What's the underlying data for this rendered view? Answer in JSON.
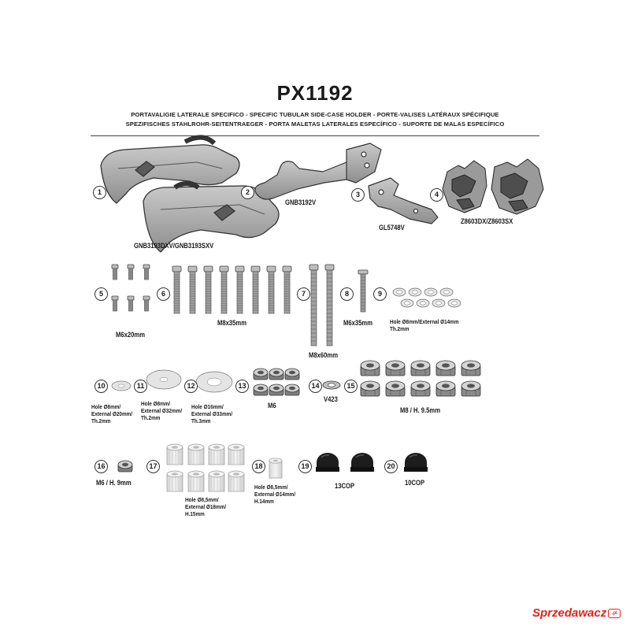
{
  "header": {
    "title": "PX1192",
    "line1": "PORTAVALIGIE LATERALE SPECIFICO  -  SPECIFIC TUBULAR SIDE-CASE HOLDER  - PORTE-VALISES LATÉRAUX SPÉCIFIQUE",
    "line2": "SPEZIFISCHES STAHLROHR-SEITENTRAEGER - PORTA MALETAS LATERALES ESPECÍFICO - SUPORTE DE MALAS ESPECÍFICO"
  },
  "items": [
    {
      "n": "1",
      "label": "GNB3193DXV/GNB3193SXV"
    },
    {
      "n": "2",
      "label": "GNB3192V"
    },
    {
      "n": "3",
      "label": "GL5748V"
    },
    {
      "n": "4",
      "label": "Z8603DX/Z8603SX"
    },
    {
      "n": "5",
      "label": "M6x20mm"
    },
    {
      "n": "6",
      "label": "M8x35mm"
    },
    {
      "n": "7",
      "label": "M8x60mm"
    },
    {
      "n": "8",
      "label": "M6x35mm"
    },
    {
      "n": "9",
      "label": "Hole Ø8mm/External Ø14mm\nTh.2mm"
    },
    {
      "n": "10",
      "label": "Hole Ø8mm/\nExternal Ø20mm/\nTh.2mm"
    },
    {
      "n": "11",
      "label": "Hole Ø8mm/\nExternal Ø32mm/\nTh.2mm"
    },
    {
      "n": "12",
      "label": "Hole Ø16mm/\nExternal Ø33mm/\nTh.3mm"
    },
    {
      "n": "13",
      "label": "M6"
    },
    {
      "n": "14",
      "label": "V423"
    },
    {
      "n": "15",
      "label": "M8 / H. 9.5mm"
    },
    {
      "n": "16",
      "label": "M6 / H. 9mm"
    },
    {
      "n": "17",
      "label": "Hole Ø8,5mm/\nExternal Ø18mm/\nH.15mm"
    },
    {
      "n": "18",
      "label": "Hole Ø8,5mm/\nExternal Ø14mm/\nH.14mm"
    },
    {
      "n": "19",
      "label": "13COP"
    },
    {
      "n": "20",
      "label": "10COP"
    }
  ],
  "watermark": "Sprzedawacz.pl"
}
